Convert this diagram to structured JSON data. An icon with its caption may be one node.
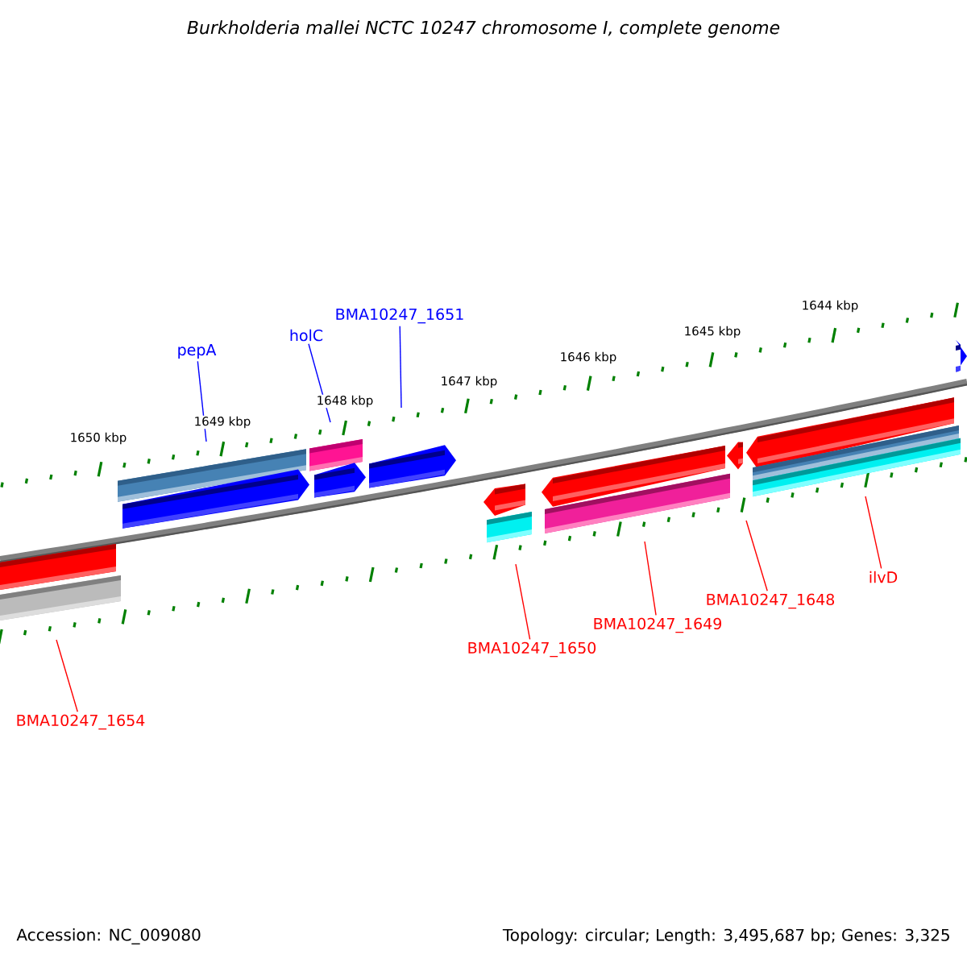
{
  "diagram": {
    "title": "Burkholderia mallei NCTC 10247 chromosome I, complete genome",
    "nodes": [
      {
        "text": [
          "pepA"
        ]
      },
      {
        "text": [
          "holC"
        ]
      },
      {
        "text": [
          "BMA10247_1651"
        ]
      },
      {
        "text": [
          "BMA10247_1650"
        ]
      },
      {
        "text": [
          "BMA10247_1649"
        ]
      },
      {
        "text": [
          "BMA10247_1648"
        ]
      },
      {
        "text": [
          "ilvD"
        ]
      },
      {
        "text": [
          "BMA10247_1654"
        ]
      }
    ],
    "edges": [
      {
        "from": 0,
        "to": null,
        "arrow": "none",
        "color": "#0000ff"
      },
      {
        "from": 1,
        "to": null,
        "arrow": "none",
        "color": "#0000ff"
      },
      {
        "from": 2,
        "to": null,
        "arrow": "none",
        "color": "#0000ff"
      },
      {
        "from": 3,
        "to": null,
        "arrow": "none"
      },
      {
        "from": 4,
        "to": null,
        "arrow": "none"
      },
      {
        "from": 5,
        "to": null,
        "arrow": "none"
      },
      {
        "from": 6,
        "to": null,
        "arrow": "none"
      },
      {
        "from": 7,
        "to": null,
        "arrow": "none"
      }
    ],
    "labels": [
      "1644 kbp",
      "1645 kbp",
      "1646 kbp",
      "1647 kbp",
      "1648 kbp",
      "1649 kbp",
      "1650 kbp",
      "Accession: NC_009080",
      "Topology: circular; Length: 3,495,687 bp; Genes: 3,325"
    ]
  }
}
